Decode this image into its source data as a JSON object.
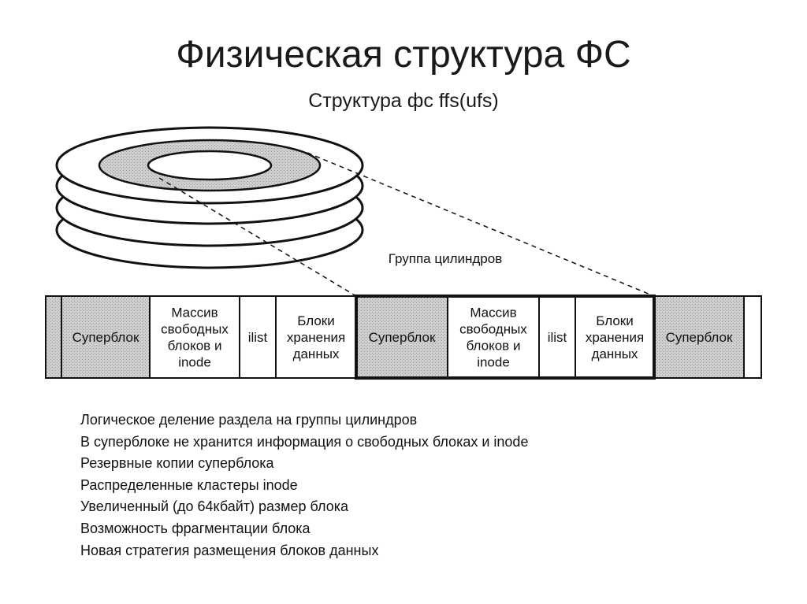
{
  "title": "Физическая структура ФС",
  "subtitle": "Структура фс ffs(ufs)",
  "diagram": {
    "group_label": "Группа цилиндров",
    "cells": [
      {
        "lines": [
          ""
        ],
        "shaded": true
      },
      {
        "lines": [
          "Суперблок"
        ],
        "shaded": true
      },
      {
        "lines": [
          "Массив",
          "свободных",
          "блоков и",
          "inode"
        ],
        "shaded": false
      },
      {
        "lines": [
          "ilist"
        ],
        "shaded": false
      },
      {
        "lines": [
          "Блоки",
          "хранения",
          "данных"
        ],
        "shaded": false
      },
      {
        "lines": [
          "Суперблок"
        ],
        "shaded": true
      },
      {
        "lines": [
          "Массив",
          "свободных",
          "блоков и",
          "inode"
        ],
        "shaded": false
      },
      {
        "lines": [
          "ilist"
        ],
        "shaded": false
      },
      {
        "lines": [
          "Блоки",
          "хранения",
          "данных"
        ],
        "shaded": false
      },
      {
        "lines": [
          "Суперблок"
        ],
        "shaded": true
      },
      {
        "lines": [
          ""
        ],
        "shaded": false
      }
    ],
    "colors": {
      "shade": "#c9c9c9",
      "stroke": "#111111",
      "background": "#ffffff"
    }
  },
  "notes": [
    "Логическое деление раздела на группы цилиндров",
    "В суперблоке не хранится информация о свободных блоках и inode",
    "Резервные копии суперблока",
    "Распределенные кластеры inode",
    "Увеличенный (до 64кбайт) размер блока",
    "Возможность фрагментации блока",
    "Новая стратегия размещения блоков данных"
  ]
}
